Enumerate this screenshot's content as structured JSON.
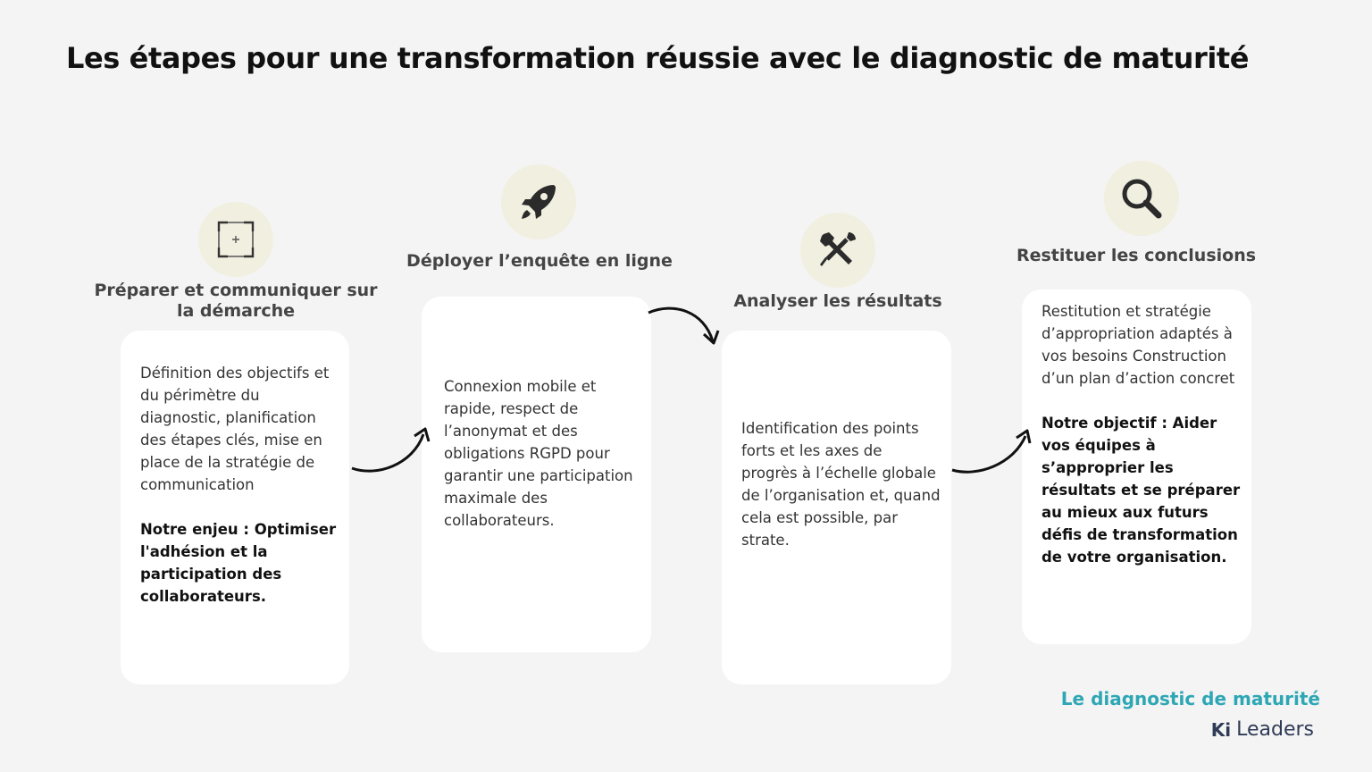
{
  "title": "Les étapes pour une transformation réussie avec le diagnostic de maturité",
  "steps": [
    {
      "icon": "focus-frame-icon",
      "title": "Préparer et communiquer sur la démarche",
      "text": "Définition des objectifs et du périmètre du diagnostic, planification des étapes clés, mise en place de la stratégie de communication",
      "bold": "Notre enjeu : Optimiser l'adhésion et la participation des collaborateurs."
    },
    {
      "icon": "rocket-icon",
      "title": "Déployer l’enquête en ligne",
      "text": "Connexion mobile et rapide, respect de l’anonymat et des obligations RGPD pour garantir une participation maximale des collaborateurs.",
      "bold": ""
    },
    {
      "icon": "tools-icon",
      "title": "Analyser les résultats",
      "text": "Identification des points forts et les axes de progrès à l’échelle globale de l’organisation et, quand cela est possible, par strate.",
      "bold": ""
    },
    {
      "icon": "search-icon",
      "title": "Restituer les conclusions",
      "text": "Restitution et stratégie d’appropriation adaptés à vos besoins Construction d’un plan d’action concret",
      "bold": "Notre objectif : Aider vos équipes à s’approprier les résultats et se préparer au mieux aux futurs défis de transformation de votre organisation."
    }
  ],
  "brand": {
    "tagline": "Le diagnostic de maturité",
    "logo_text": "Leaders",
    "logo_mark": "Ki",
    "tagline_color": "#2ea7b5",
    "logo_color": "#2f3a56"
  }
}
